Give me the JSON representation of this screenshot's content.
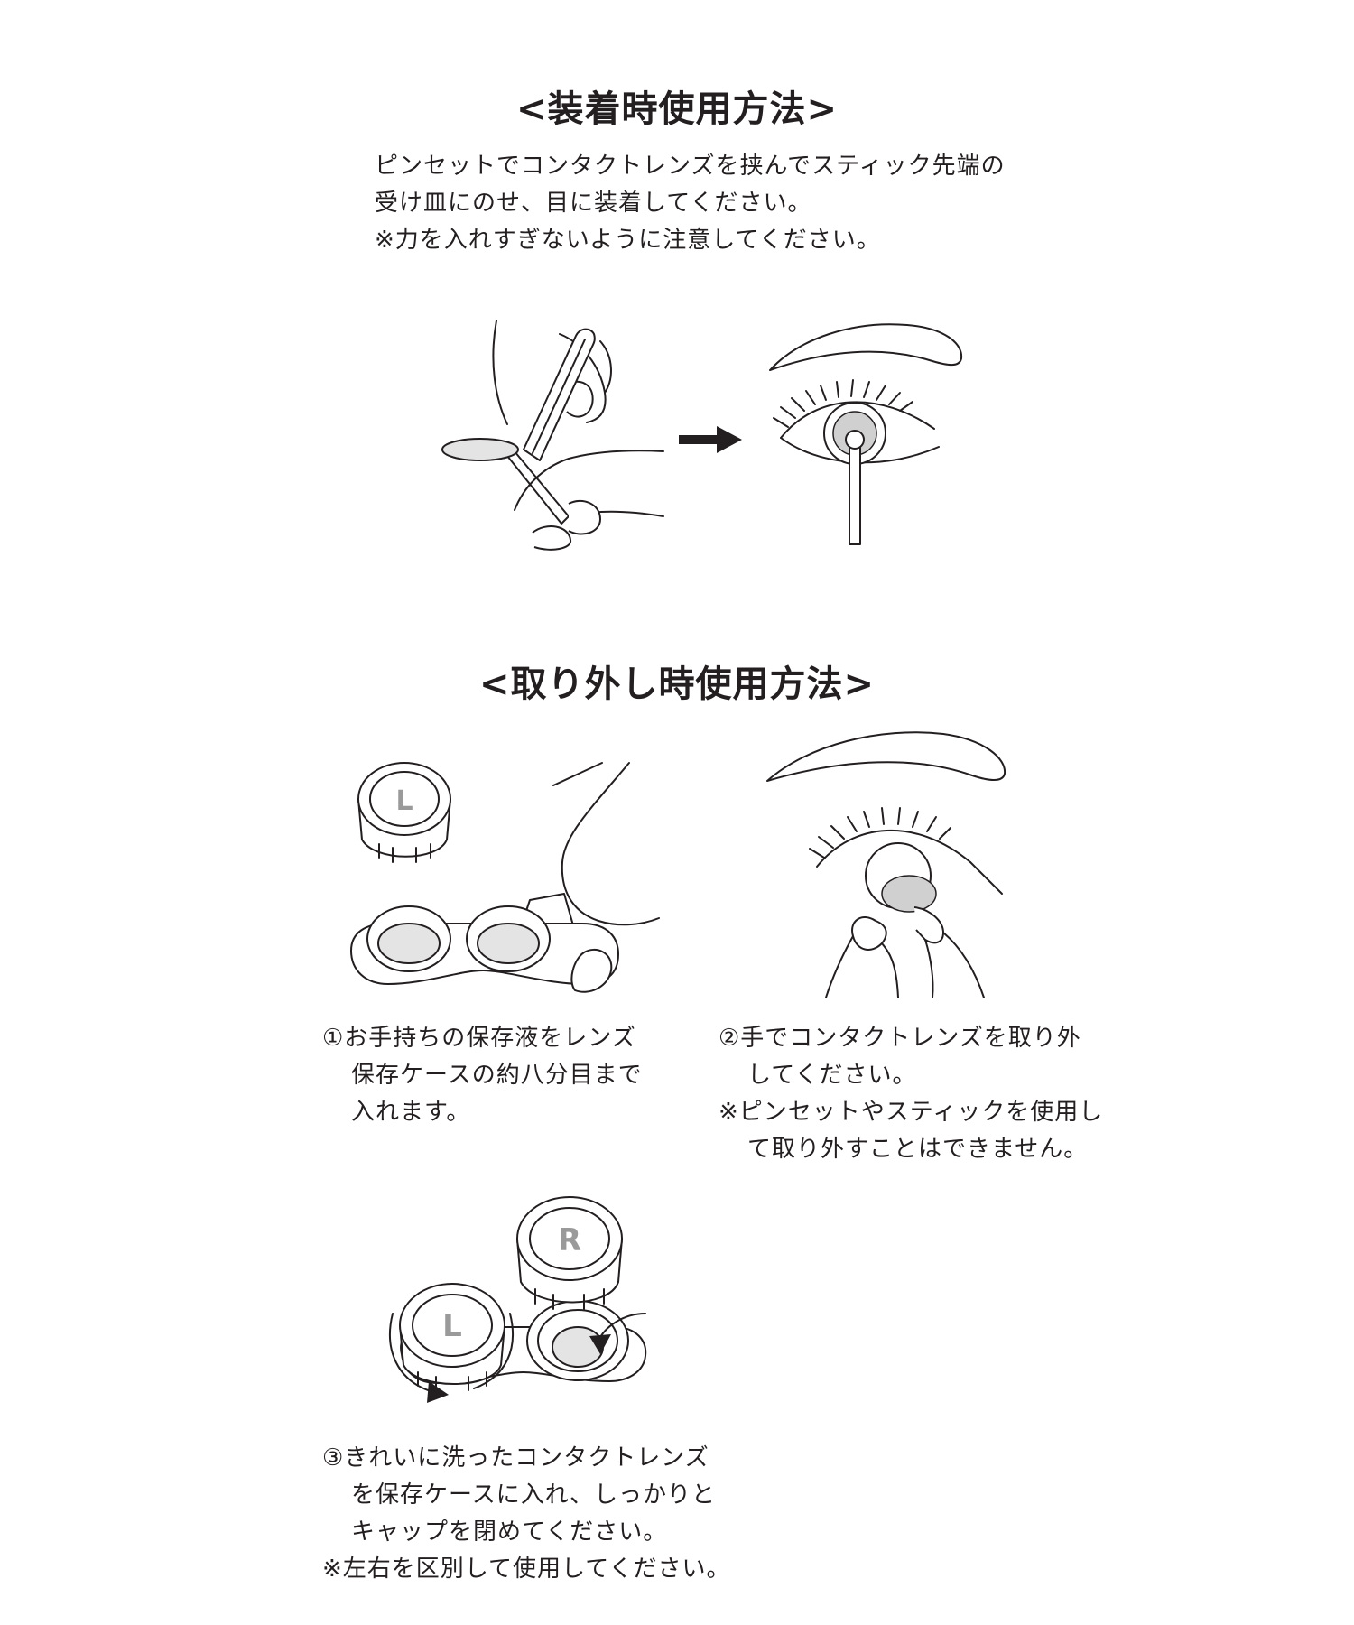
{
  "insertion": {
    "heading": "<装着時使用方法>",
    "lines": [
      "ピンセットでコンタクトレンズを挟んでスティック先端の",
      "受け皿にのせ、目に装着してください。",
      "※力を入れすぎないように注意してください。"
    ]
  },
  "removal": {
    "heading": "<取り外し時使用方法>",
    "step1": {
      "lines": [
        "①お手持ちの保存液をレンズ",
        "保存ケースの約八分目まで",
        "入れます。"
      ]
    },
    "step2": {
      "lines": [
        "②手でコンタクトレンズを取り外",
        "してください。",
        "※ピンセットやスティックを使用し",
        "て取り外すことはできません。"
      ]
    },
    "step3": {
      "lines": [
        "③きれいに洗ったコンタクトレンズ",
        "を保存ケースに入れ、しっかりと",
        "キャップを閉めてください。",
        "※左右を区別して使用してください。"
      ]
    },
    "cap_labels": {
      "left": "L",
      "right": "R"
    }
  }
}
